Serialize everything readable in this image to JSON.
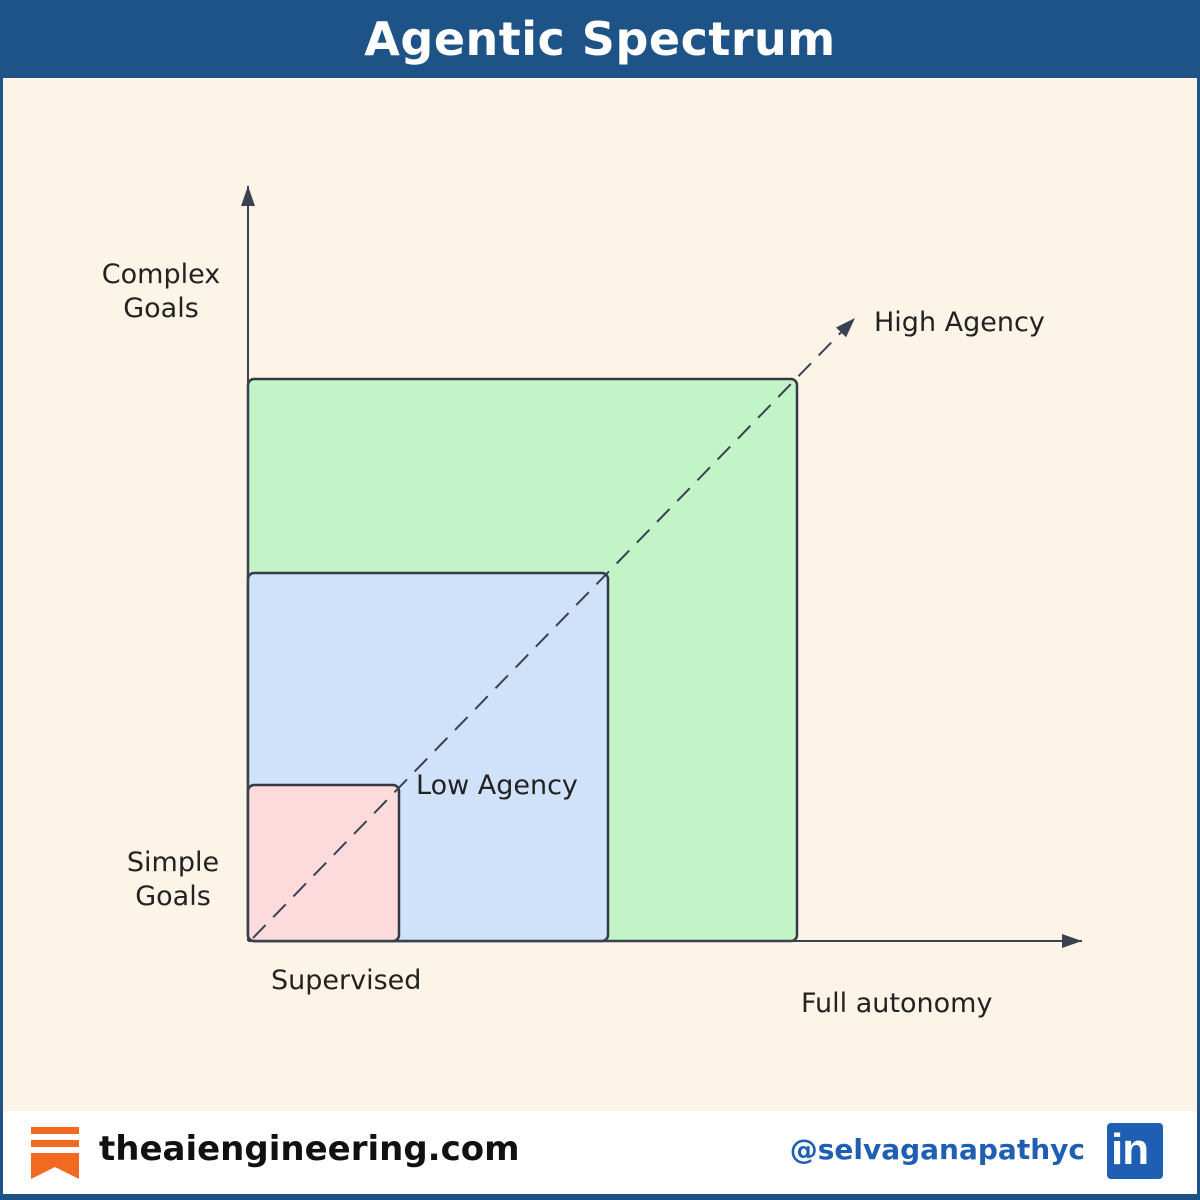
{
  "title": "Agentic Spectrum",
  "diagram": {
    "y_axis": {
      "top_label": "Complex\nGoals",
      "bottom_label": "Simple\nGoals"
    },
    "x_axis": {
      "left_label": "Supervised",
      "right_label": "Full autonomy"
    },
    "diagonal": {
      "high_label": "High Agency",
      "low_label": "Low Agency"
    },
    "regions": [
      {
        "name": "outer",
        "color": "#c2f4c8"
      },
      {
        "name": "middle",
        "color": "#cfe2fa"
      },
      {
        "name": "inner",
        "color": "#fddadb"
      }
    ]
  },
  "footer": {
    "site": "theaiengineering.com",
    "handle": "@selvaganapathyc",
    "site_icon": "substack-icon",
    "social_icon": "linkedin-icon",
    "social_icon_text": "in"
  },
  "colors": {
    "header": "#1d5387",
    "background": "#fdf4e8",
    "accent": "#1f5fb3",
    "brand": "#f26a21"
  }
}
